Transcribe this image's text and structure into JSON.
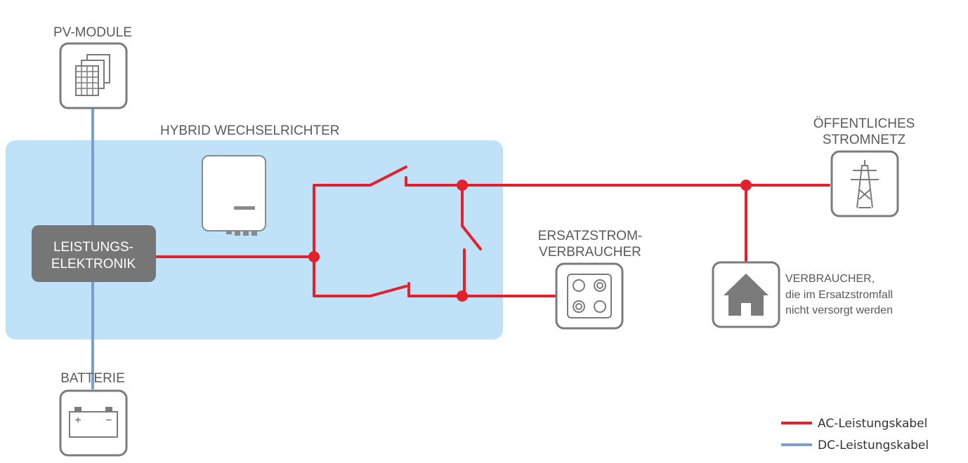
{
  "colors": {
    "ac_cable": "#e3202c",
    "dc_cable": "#7a9fcb",
    "inverter_area": "#bfe2f8",
    "component_border": "#7b7b7b",
    "power_electronics": "#767676"
  },
  "labels": {
    "pv_module": "PV-MODULE",
    "hybrid_inverter": "HYBRID WECHSELRICHTER",
    "power_electronics_line1": "LEISTUNGS-",
    "power_electronics_line2": "ELEKTRONIK",
    "battery": "BATTERIE",
    "grid_line1": "ÖFFENTLICHES",
    "grid_line2": "STROMNETZ",
    "backup_line1": "ERSATZSTROM-",
    "backup_line2": "VERBRAUCHER",
    "consumer_title": "VERBRAUCHER,",
    "consumer_line2": "die im Ersatzstromfall",
    "consumer_line3": "nicht versorgt werden",
    "battery_plus": "+",
    "battery_minus": "−"
  },
  "icons": {
    "pv": "solar-panel-icon",
    "inverter": "inverter-device-icon",
    "battery": "battery-icon",
    "grid": "transmission-tower-icon",
    "backup": "cooktop-icon",
    "house": "house-icon"
  },
  "legend": [
    {
      "label": "AC-Leistungskabel",
      "color": "#e3202c"
    },
    {
      "label": "DC-Leistungskabel",
      "color": "#7a9fcb"
    }
  ]
}
